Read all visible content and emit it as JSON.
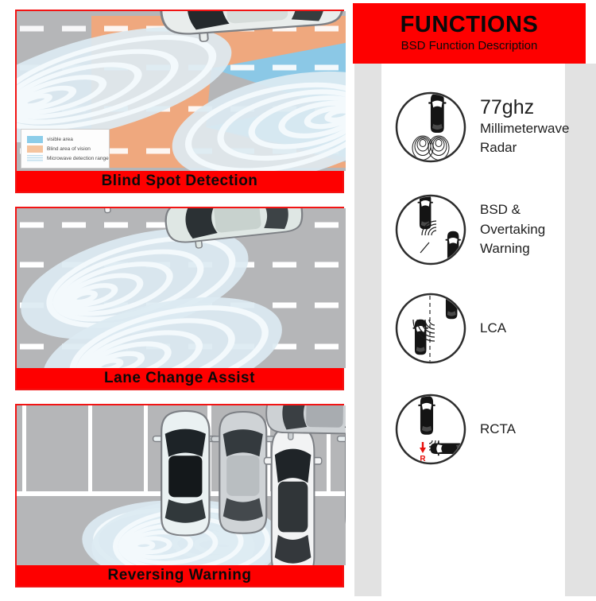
{
  "header": {
    "title": "FUNCTIONS",
    "subtitle": "BSD Function Description"
  },
  "panels": [
    {
      "title": "Blind Spot Detection",
      "legend": {
        "items": [
          {
            "label": "visible area",
            "color": "#8ccde9"
          },
          {
            "label": "Blind area of vision",
            "color": "#f5c49e"
          },
          {
            "label": "Microwave detection range",
            "color": "#dceaf2"
          }
        ]
      }
    },
    {
      "title": "Lane Change Assist"
    },
    {
      "title": "Reversing Warning"
    }
  ],
  "features": [
    {
      "name": "77ghz-millimeterwave-radar",
      "headline": "77ghz",
      "text": "Millimeterwave\nRadar"
    },
    {
      "name": "bsd-overtaking-warning",
      "text": "BSD &\nOvertaking\nWarning"
    },
    {
      "name": "lane-change-assist",
      "text": "LCA"
    },
    {
      "name": "rear-cross-traffic-alert",
      "text": "RCTA",
      "marker": "R"
    }
  ],
  "colors": {
    "accent_red": "#fe0000",
    "panel_border_red": "#f21414",
    "road_gray": "#b5b6b8",
    "side_strip_gray": "#e2e2e2",
    "visible_area_blue": "#8bc8e6",
    "blind_area_orange": "#efa87e",
    "microwave_wave_blue": "#dceaf2",
    "rcta_marker_red": "#e8100c",
    "text_black": "#0a0a0a"
  }
}
